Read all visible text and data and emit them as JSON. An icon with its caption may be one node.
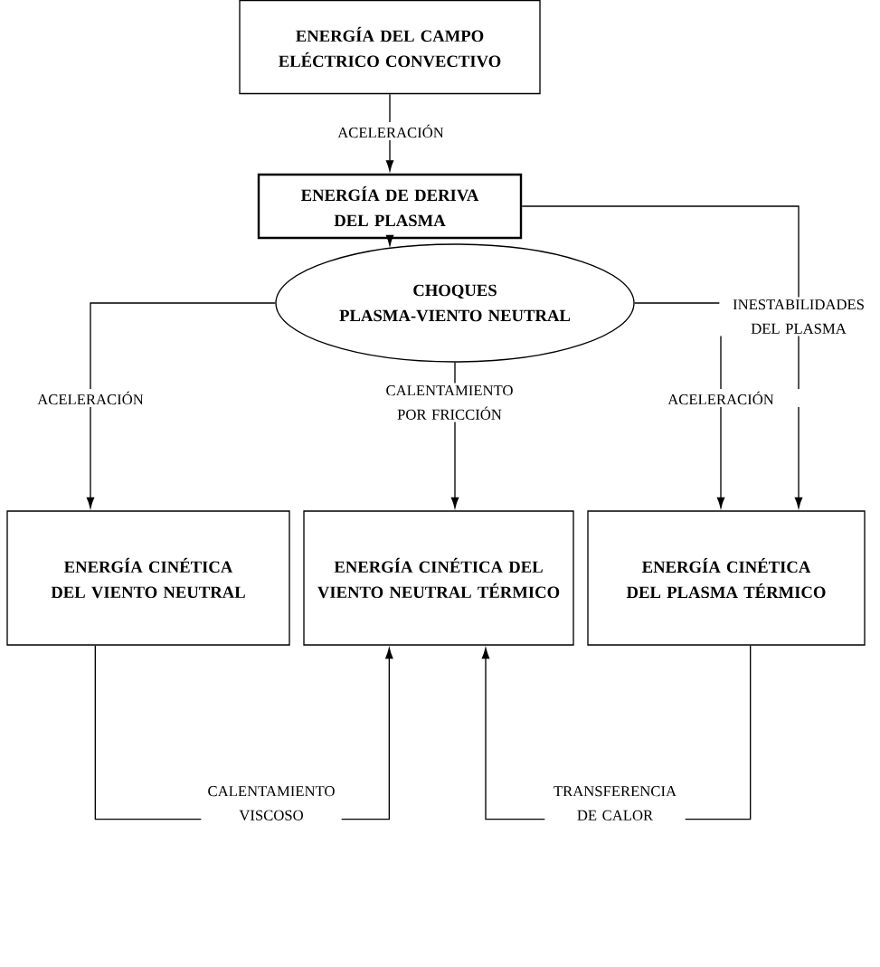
{
  "diagram": {
    "nodes": [
      {
        "text": [
          "ENERGÍA DEL CAMPO ELÉCTRICO CONVECTIVO"
        ]
      },
      {
        "text": [
          "ENERGÍA DE DERIVA DEL PLASMA"
        ]
      },
      {
        "text": [
          "CHOQUES PLASMA-VIENTO NEUTRAL"
        ]
      },
      {
        "text": [
          "ENERGÍA CINÉTICA DEL VIENTO NEUTRAL"
        ]
      },
      {
        "text": [
          "ENERGÍA CINÉTICA DEL VIENTO NEUTRAL TÉRMICO"
        ]
      },
      {
        "text": [
          "ENERGÍA CINÉTICA DEL PLASMA TÉRMICO"
        ]
      }
    ],
    "edges": [
      {
        "from": 0,
        "to": 1,
        "arrow": "to",
        "label": "ACELERACIÓN"
      },
      {
        "from": 1,
        "to": 2,
        "arrow": "to"
      },
      {
        "from": 1,
        "to": 5,
        "arrow": "to",
        "label": "INESTABILIDADES DEL PLASMA"
      },
      {
        "from": 2,
        "to": 3,
        "arrow": "to",
        "label": "ACELERACIÓN"
      },
      {
        "from": 2,
        "to": 4,
        "arrow": "to",
        "label": "CALENTAMIENTO POR FRICCIÓN"
      },
      {
        "from": 2,
        "to": 5,
        "arrow": "to",
        "label": "ACELERACIÓN"
      },
      {
        "from": 3,
        "to": 4,
        "arrow": "to",
        "label": "CALENTAMIENTO VISCOSO"
      },
      {
        "from": 5,
        "to": 4,
        "arrow": "to",
        "label": "TRANSFERENCIA DE CALOR"
      }
    ]
  }
}
